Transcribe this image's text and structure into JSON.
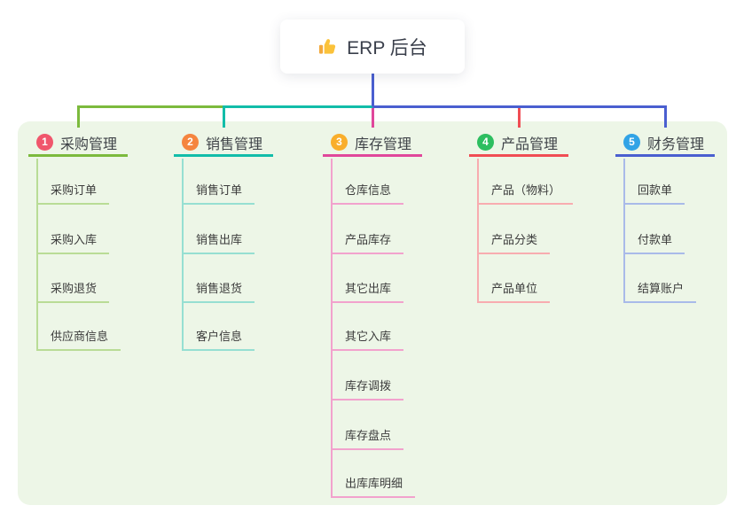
{
  "root": {
    "title": "ERP 后台",
    "icon": "thumbs-up-icon",
    "stem_color": "#4A5FD0"
  },
  "canvas": {
    "page_background": "#FFFFFF",
    "panel_background": "#EDF6E7"
  },
  "branches": [
    {
      "number": "1",
      "label": "采购管理",
      "badge_color": "#F0566C",
      "line_color": "#7CBA3D",
      "light_line_color": "#B9DC96",
      "children": [
        "采购订单",
        "采购入库",
        "采购退货",
        "供应商信息"
      ]
    },
    {
      "number": "2",
      "label": "销售管理",
      "badge_color": "#F5853F",
      "line_color": "#12BDA9",
      "light_line_color": "#96DFD2",
      "children": [
        "销售订单",
        "销售出库",
        "销售退货",
        "客户信息"
      ]
    },
    {
      "number": "3",
      "label": "库存管理",
      "badge_color": "#F9AE2B",
      "line_color": "#E0479B",
      "light_line_color": "#F2A2CD",
      "children": [
        "仓库信息",
        "产品库存",
        "其它出库",
        "其它入库",
        "库存调拨",
        "库存盘点",
        "出库库明细"
      ]
    },
    {
      "number": "4",
      "label": "产品管理",
      "badge_color": "#2DBE60",
      "line_color": "#F04D54",
      "light_line_color": "#F8ACB0",
      "children": [
        "产品（物料）",
        "产品分类",
        "产品单位"
      ]
    },
    {
      "number": "5",
      "label": "财务管理",
      "badge_color": "#31A3E6",
      "line_color": "#4A5FD0",
      "light_line_color": "#A9BAE9",
      "children": [
        "回款单",
        "付款单",
        "结算账户"
      ]
    }
  ]
}
